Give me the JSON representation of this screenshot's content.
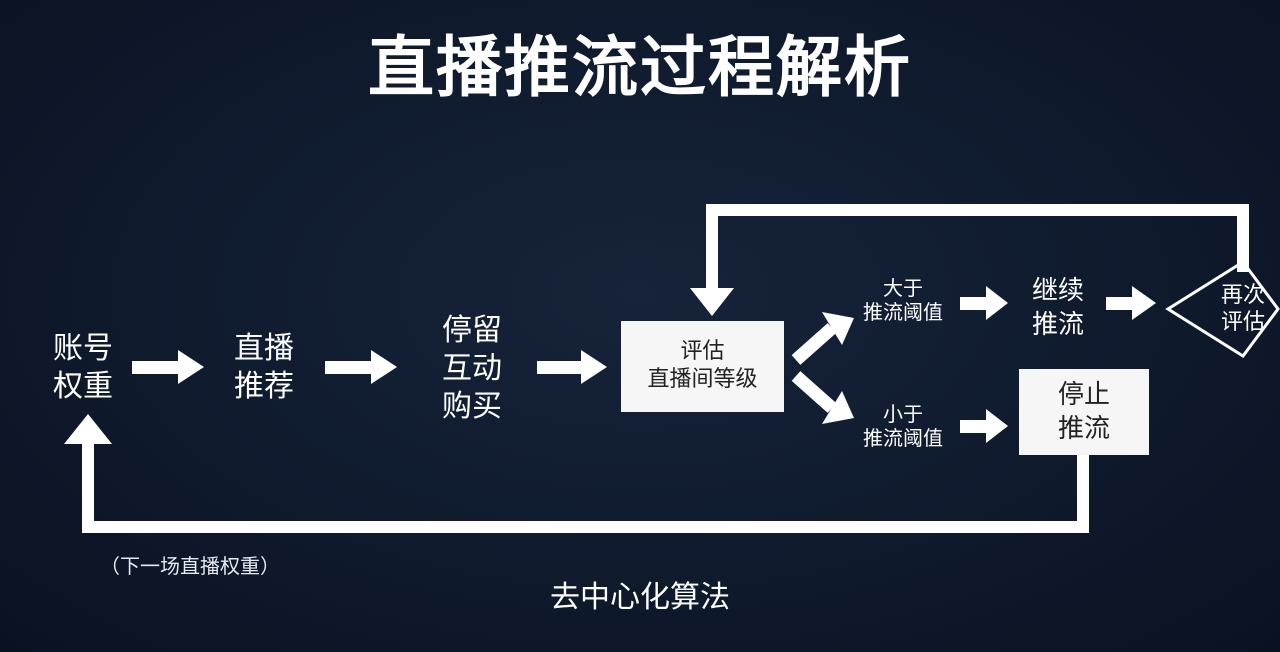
{
  "title": "直播推流过程解析",
  "nodes": {
    "account_weight": {
      "line1": "账号",
      "line2": "权重"
    },
    "live_recommend": {
      "line1": "直播",
      "line2": "推荐"
    },
    "engagement": {
      "line1": "停留",
      "line2": "互动",
      "line3": "购买"
    },
    "evaluate": {
      "line1": "评估",
      "line2": "直播间等级"
    },
    "above_threshold": {
      "line1": "大于",
      "line2": "推流阈值"
    },
    "below_threshold": {
      "line1": "小于",
      "line2": "推流阈值"
    },
    "continue_push": {
      "line1": "继续",
      "line2": "推流"
    },
    "stop_push": {
      "line1": "停止",
      "line2": "推流"
    },
    "re_evaluate": {
      "line1": "再次",
      "line2": "评估"
    }
  },
  "loop_note": "（下一场直播权重）",
  "footer": "去中心化算法"
}
